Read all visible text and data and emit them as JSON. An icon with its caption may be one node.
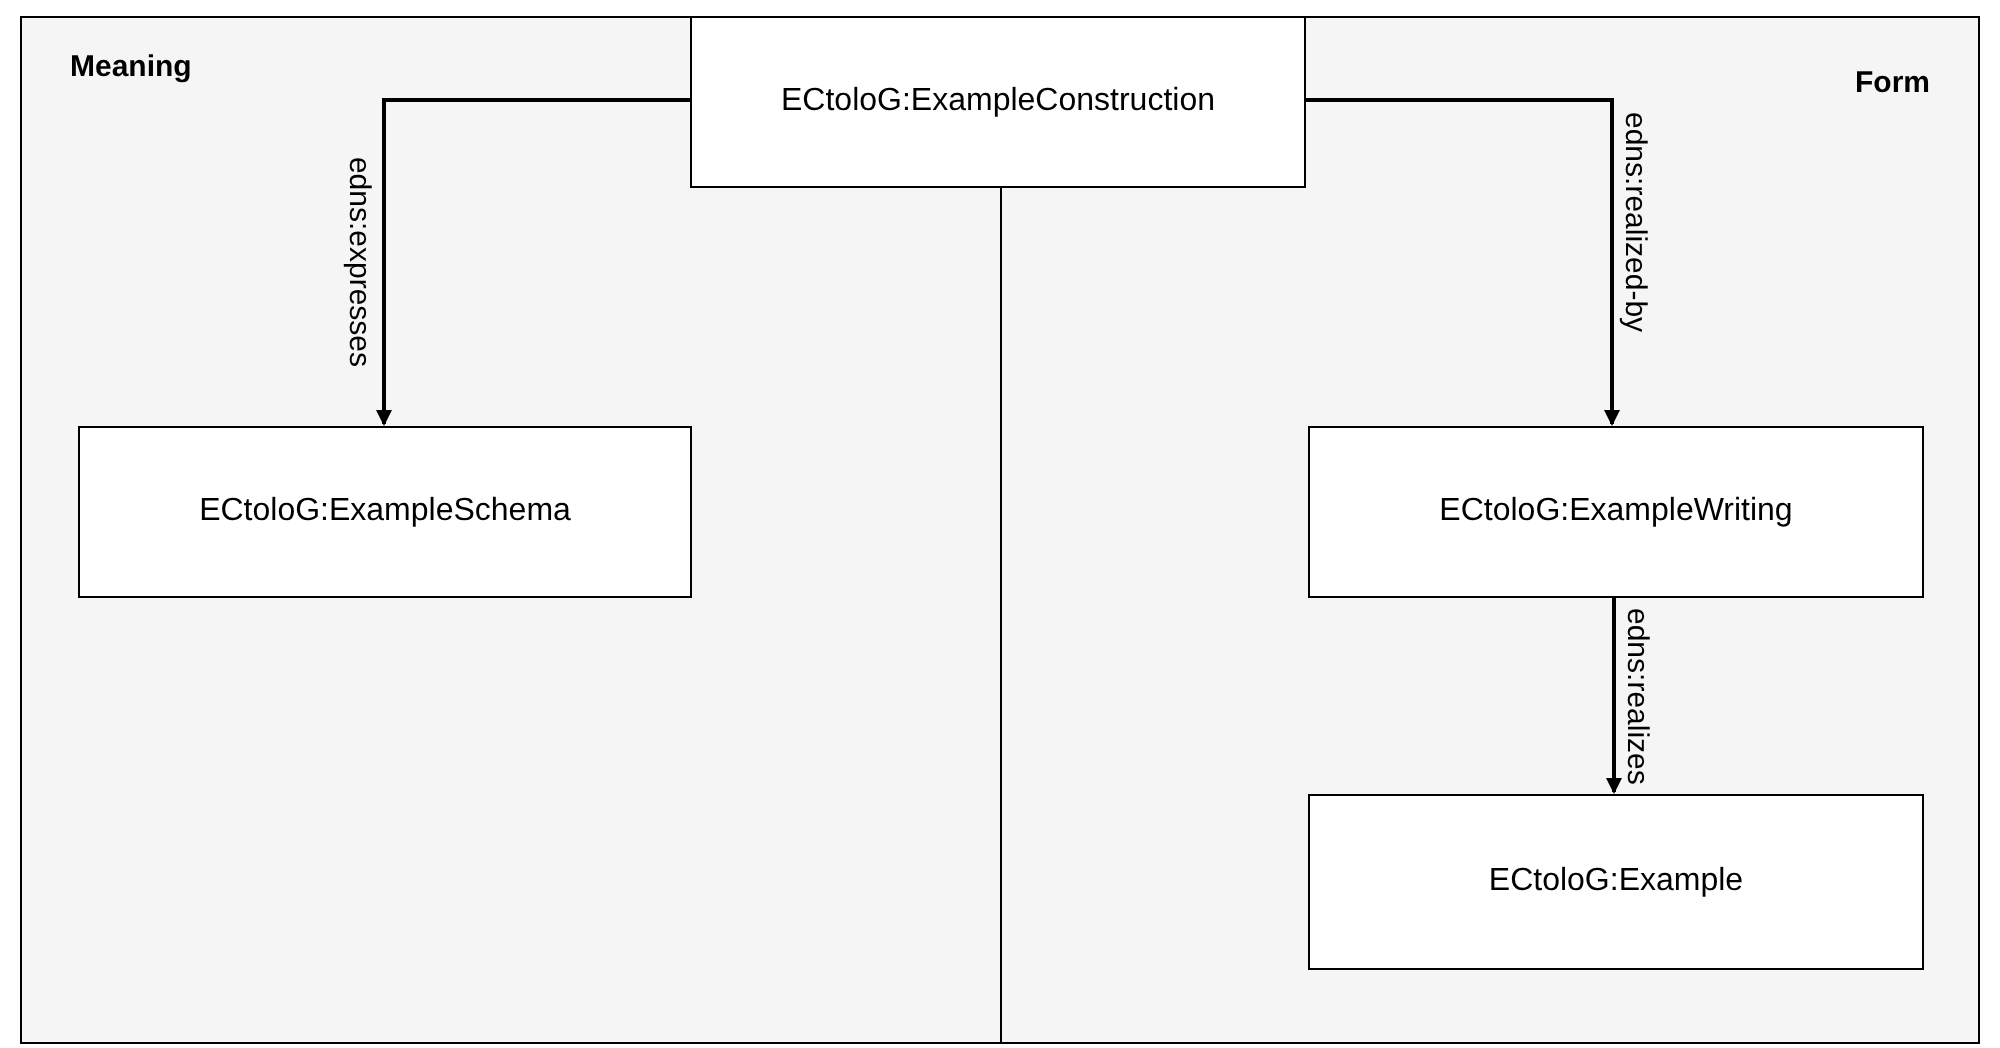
{
  "diagram": {
    "nodes": [
      {
        "text": [
          "Meaning"
        ]
      },
      {
        "text": [
          "Form"
        ]
      },
      {
        "text": [
          "ECtoloG:ExampleConstruction"
        ]
      },
      {
        "text": [
          "ECtoloG:ExampleSchema"
        ],
        "in": 0
      },
      {
        "text": [
          "ECtoloG:ExampleWriting"
        ],
        "in": 1
      },
      {
        "text": [
          "ECtoloG:Example"
        ],
        "in": 1
      }
    ],
    "edges": [
      {
        "from": 2,
        "to": 3,
        "arrow": "to",
        "label": "edns:expresses"
      },
      {
        "from": 2,
        "to": 4,
        "arrow": "to",
        "label": "edns:realized-by"
      },
      {
        "from": 4,
        "to": 5,
        "arrow": "to",
        "label": "edns:realizes"
      }
    ]
  }
}
